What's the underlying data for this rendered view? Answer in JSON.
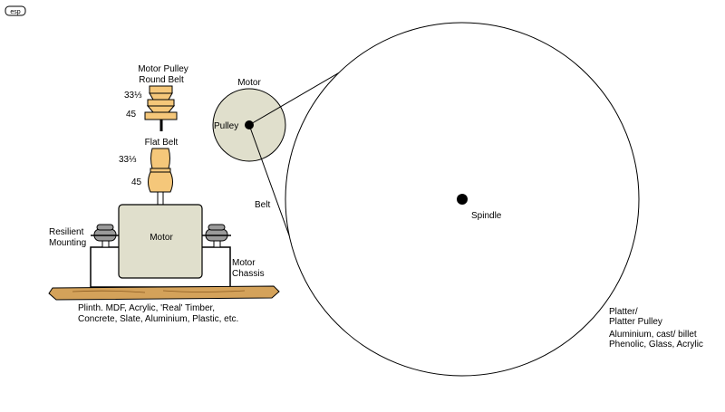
{
  "logo_text": "esp",
  "labels": {
    "motor_pulley_line1": "Motor Pulley",
    "round_belt": "Round Belt",
    "round_331": "33⅓",
    "round_45": "45",
    "flat_belt": "Flat Belt",
    "flat_331": "33⅓",
    "flat_45": "45",
    "resilient_line1": "Resilient",
    "resilient_line2": "Mounting",
    "motor_box": "Motor",
    "motor_chassis_line1": "Motor",
    "motor_chassis_line2": "Chassis",
    "plinth_line1": "Plinth.  MDF, Acrylic, 'Real' Timber,",
    "plinth_line2": "Concrete, Slate, Aluminium, Plastic, etc.",
    "motor_top": "Motor",
    "pulley": "Pulley",
    "belt": "Belt",
    "spindle": "Spindle",
    "platter_line1": "Platter/",
    "platter_line2": "Platter Pulley",
    "material_line1": "Aluminium, cast/ billet",
    "material_line2": "Phenolic, Glass, Acrylic"
  },
  "colors": {
    "motor_fill": "#e0dfcc",
    "pulley_fill": "#f5c77a",
    "mount_fill": "#9a9a9a",
    "plinth_fill": "#d4a25a",
    "line": "#000000"
  }
}
